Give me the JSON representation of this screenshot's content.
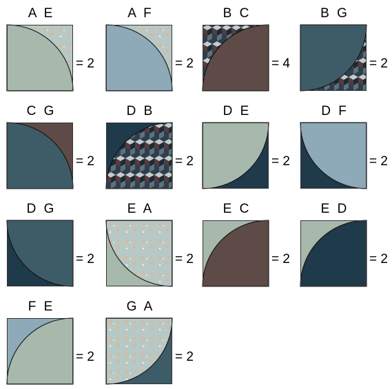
{
  "fabrics": {
    "A": {
      "kind": "floral",
      "base": "#b7c9c6",
      "accent": "#e8b28a"
    },
    "B": {
      "kind": "cubes"
    },
    "C": {
      "kind": "solid",
      "base": "#5e4a46"
    },
    "D": {
      "kind": "solid",
      "base": "#1f3a4a"
    },
    "E": {
      "kind": "solid",
      "base": "#a7b8ac"
    },
    "F": {
      "kind": "solid",
      "base": "#8ea9b8"
    },
    "G": {
      "kind": "solid",
      "base": "#3e5c68"
    }
  },
  "blocks": [
    {
      "label": "A E",
      "bg": "A",
      "fg": "E",
      "arc": "bl",
      "count": "= 2"
    },
    {
      "label": "A F",
      "bg": "A",
      "fg": "F",
      "arc": "bl",
      "count": "= 2"
    },
    {
      "label": "B C",
      "bg": "B",
      "fg": "C",
      "arc": "br",
      "count": "= 4"
    },
    {
      "label": "B G",
      "bg": "B",
      "fg": "G",
      "arc": "tl",
      "count": "= 2"
    },
    {
      "label": "C G",
      "bg": "C",
      "fg": "G",
      "arc": "bl",
      "count": "= 2"
    },
    {
      "label": "D B",
      "bg": "D",
      "fg": "B",
      "arc": "br",
      "count": "= 2"
    },
    {
      "label": "D E",
      "bg": "D",
      "fg": "E",
      "arc": "tl",
      "count": "= 2"
    },
    {
      "label": "D F",
      "bg": "D",
      "fg": "F",
      "arc": "tr",
      "count": "= 2"
    },
    {
      "label": "D G",
      "bg": "D",
      "fg": "G",
      "arc": "tr",
      "count": "= 2"
    },
    {
      "label": "E A",
      "bg": "E",
      "fg": "A",
      "arc": "tr",
      "count": "= 2"
    },
    {
      "label": "E C",
      "bg": "E",
      "fg": "C",
      "arc": "br",
      "count": "= 2"
    },
    {
      "label": "E D",
      "bg": "E",
      "fg": "D",
      "arc": "br",
      "count": "= 2"
    },
    {
      "label": "F E",
      "bg": "F",
      "fg": "E",
      "arc": "br",
      "count": "= 2"
    },
    {
      "label": "G A",
      "bg": "G",
      "fg": "A",
      "arc": "tl",
      "count": "= 2"
    }
  ]
}
